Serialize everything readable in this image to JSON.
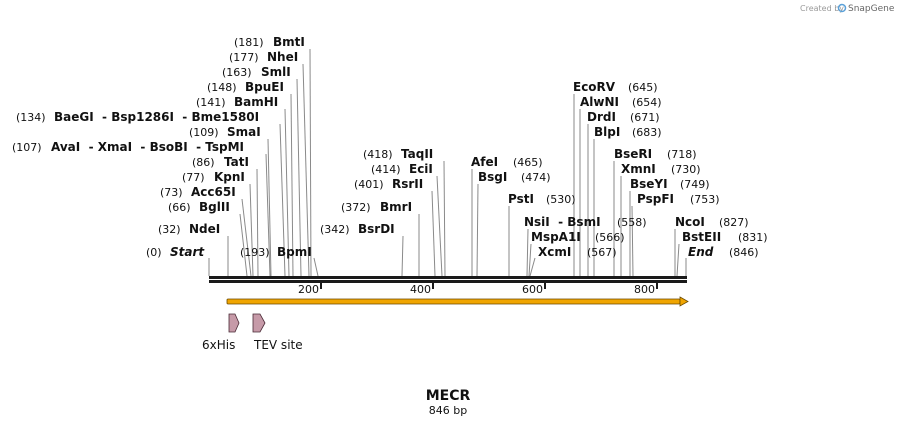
{
  "credit": {
    "text": "Created by",
    "brand": "SnapGene"
  },
  "title": "MECR",
  "subtitle": "846 bp",
  "ticks": [
    "200",
    "400",
    "600",
    "800"
  ],
  "features": [
    {
      "name": "6xHis"
    },
    {
      "name": "TEV site"
    }
  ],
  "sites": [
    {
      "name": "Start",
      "pos": "(0)",
      "italic": true
    },
    {
      "name": "NdeI",
      "pos": "(32)"
    },
    {
      "name": "BglII",
      "pos": "(66)"
    },
    {
      "name": "Acc65I",
      "pos": "(73)"
    },
    {
      "name": "KpnI",
      "pos": "(77)"
    },
    {
      "name": "TatI",
      "pos": "(86)"
    },
    {
      "name": "AvaI  - XmaI  - BsoBI  - TspMI",
      "pos": "(107)"
    },
    {
      "name": "SmaI",
      "pos": "(109)"
    },
    {
      "name": "BaeGI  - Bsp1286I  - Bme1580I",
      "pos": "(134)"
    },
    {
      "name": "BamHI",
      "pos": "(141)"
    },
    {
      "name": "BpuEI",
      "pos": "(148)"
    },
    {
      "name": "SmlI",
      "pos": "(163)"
    },
    {
      "name": "NheI",
      "pos": "(177)"
    },
    {
      "name": "BmtI",
      "pos": "(181)"
    },
    {
      "name": "BpmI",
      "pos": "(193)"
    },
    {
      "name": "BsrDI",
      "pos": "(342)"
    },
    {
      "name": "BmrI",
      "pos": "(372)"
    },
    {
      "name": "RsrII",
      "pos": "(401)"
    },
    {
      "name": "EciI",
      "pos": "(414)"
    },
    {
      "name": "TaqII",
      "pos": "(418)"
    },
    {
      "name": "AfeI",
      "pos": "(465)"
    },
    {
      "name": "BsgI",
      "pos": "(474)"
    },
    {
      "name": "PstI",
      "pos": "(530)"
    },
    {
      "name": "NsiI  - BsmI",
      "pos": "(558)"
    },
    {
      "name": "MspA1I",
      "pos": "(566)"
    },
    {
      "name": "XcmI",
      "pos": "(567)"
    },
    {
      "name": "EcoRV",
      "pos": "(645)"
    },
    {
      "name": "AlwNI",
      "pos": "(654)"
    },
    {
      "name": "DrdI",
      "pos": "(671)"
    },
    {
      "name": "BlpI",
      "pos": "(683)"
    },
    {
      "name": "BseRI",
      "pos": "(718)"
    },
    {
      "name": "XmnI",
      "pos": "(730)"
    },
    {
      "name": "BseYI",
      "pos": "(749)"
    },
    {
      "name": "PspFI",
      "pos": "(753)"
    },
    {
      "name": "NcoI",
      "pos": "(827)"
    },
    {
      "name": "BstEII",
      "pos": "(831)"
    },
    {
      "name": "End",
      "pos": "(846)",
      "italic": true
    }
  ]
}
